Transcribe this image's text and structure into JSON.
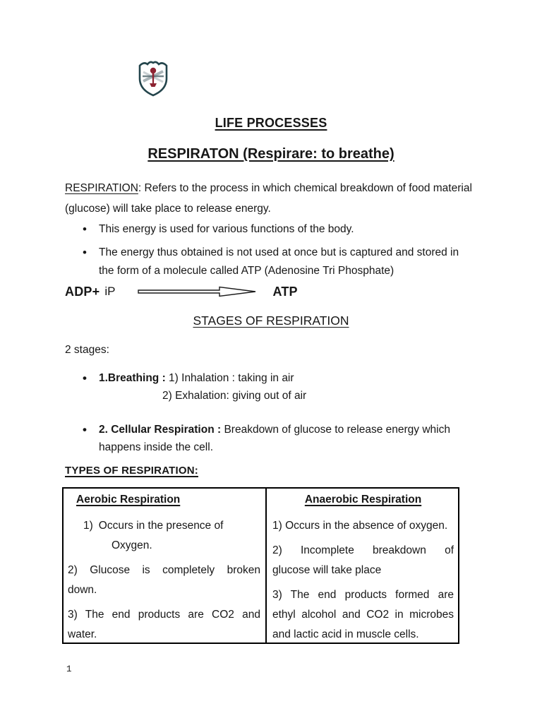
{
  "logo": {
    "icon": "school-crest-icon",
    "outline_color": "#24454c",
    "accent_color": "#8d2332"
  },
  "title": "LIFE PROCESSES",
  "subtitle": "RESPIRATON (Respirare: to breathe)",
  "intro": {
    "term": "RESPIRATION",
    "text": ": Refers to the process in which chemical breakdown of food material (glucose) will take place to release energy."
  },
  "bullets": [
    "This energy is used for various functions of the body.",
    "The energy thus obtained is not used at once but is captured and stored in the form of a molecule called ATP (Adenosine Tri Phosphate)"
  ],
  "equation": {
    "reactant_bold": "ADP+",
    "reactant_light": "iP",
    "arrow_icon": "right-arrow-icon",
    "product": "ATP"
  },
  "stages": {
    "heading": "STAGES OF RESPIRATION",
    "intro": "2 stages:",
    "breathing_label": "1.Breathing :",
    "breathing_line1": "1) Inhalation : taking in air",
    "breathing_line2": "2) Exhalation: giving out of air",
    "cellular_label": "2. Cellular Respiration :",
    "cellular_text": "Breakdown of glucose to release energy which happens inside the cell."
  },
  "types": {
    "heading": "TYPES OF RESPIRATION:",
    "table": {
      "aerobic": {
        "header": "Aerobic Respiration",
        "item1_num": "1)",
        "item1_line1": "Occurs in the presence of",
        "item1_line2": "Oxygen.",
        "item2_lines": [
          "2) Glucose is completely broken",
          "down."
        ],
        "item3_lines": [
          "3) The end products are CO2 and",
          "water."
        ]
      },
      "anaerobic": {
        "header": "Anaerobic Respiration",
        "item1": "1) Occurs in the absence of oxygen.",
        "item2_lines": [
          "2) Incomplete breakdown of",
          "glucose will take place"
        ],
        "item3_lines": [
          "3) The end products formed are",
          "ethyl alcohol and CO2 in microbes",
          "and lactic acid in muscle cells."
        ]
      }
    }
  },
  "footer": {
    "page_number": "1"
  }
}
